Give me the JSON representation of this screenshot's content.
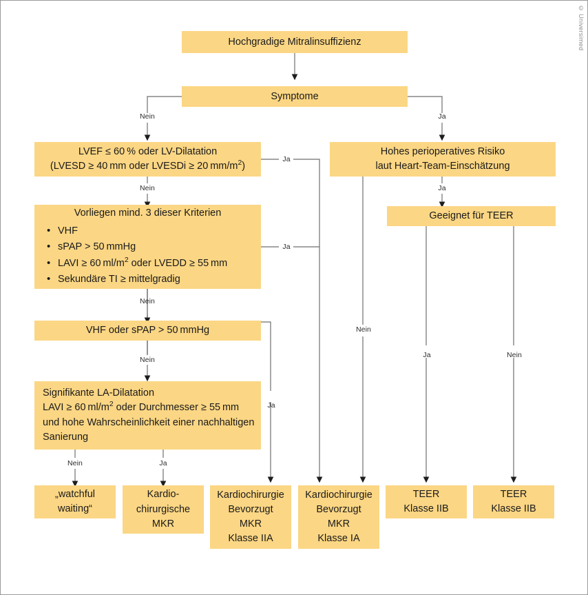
{
  "figure": {
    "copyright": "© Universimed",
    "box_color": "#fbd684",
    "line_color": "#6e6e6e",
    "background": "#ffffff",
    "type": "clinical-decision-flowchart",
    "language": "de"
  },
  "nodes": {
    "root": {
      "text": "Hochgradige Mitralinsuffizienz"
    },
    "symptoms": {
      "text": "Symptome"
    },
    "lvef": {
      "line1": "LVEF ≤ 60 % oder LV-Dilatation",
      "line2_a": "(LVESD ≥ 40 mm oder LVESDi ≥ 20 mm/m",
      "line2_sup": "2",
      "line2_b": ")"
    },
    "criteria": {
      "title": "Vorliegen mind. 3 dieser Kriterien",
      "items": [
        {
          "text": "VHF"
        },
        {
          "text": "sPAP > 50 mmHg"
        },
        {
          "a": "LAVI ≥ 60 ml/m",
          "sup": "2",
          "b": " oder LVEDD ≥ 55 mm"
        },
        {
          "text": "Sekundäre TI ≥ mittelgradig"
        }
      ]
    },
    "vhf_spap": {
      "text": "VHF oder sPAP > 50 mmHg"
    },
    "la_dilatation": {
      "line1": "Signifikante LA-Dilatation",
      "line2_a": "LAVI ≥ 60 ml/m",
      "line2_sup": "2",
      "line2_b": " oder Durchmesser ≥ 55 mm",
      "line3": "und hohe Wahrscheinlichkeit einer nachhaltigen",
      "line4": "Sanierung"
    },
    "risk": {
      "line1": "Hohes perioperatives Risiko",
      "line2": "laut Heart-Team-Einschätzung"
    },
    "teer_suitable": {
      "text": "Geeignet für TEER"
    },
    "watchful": {
      "line1": "„watchful",
      "line2": "waiting“"
    },
    "kardio_mkr": {
      "line1": "Kardio-",
      "line2": "chirurgische",
      "line3": "MKR"
    },
    "kardio_iia": {
      "line1": "Kardiochirurgie",
      "line2": "Bevorzugt",
      "line3": "MKR",
      "line4": "Klasse IIA"
    },
    "kardio_ia": {
      "line1": "Kardiochirurgie",
      "line2": "Bevorzugt",
      "line3": "MKR",
      "line4": "Klasse IA"
    },
    "teer_iib_1": {
      "line1": "TEER",
      "line2": "Klasse IIB"
    },
    "teer_iib_2": {
      "line1": "TEER",
      "line2": "Klasse IIB"
    }
  },
  "edge_labels": {
    "sym_nein": "Nein",
    "sym_ja": "Ja",
    "lvef_nein": "Nein",
    "lvef_ja": "Ja",
    "criteria_nein": "Nein",
    "criteria_ja": "Ja",
    "vhf_nein": "Nein",
    "vhf_ja": "Ja",
    "la_nein": "Nein",
    "la_ja": "Ja",
    "risk_nein": "Nein",
    "risk_ja": "Ja",
    "teer_ja": "Ja",
    "teer_nein": "Nein"
  }
}
